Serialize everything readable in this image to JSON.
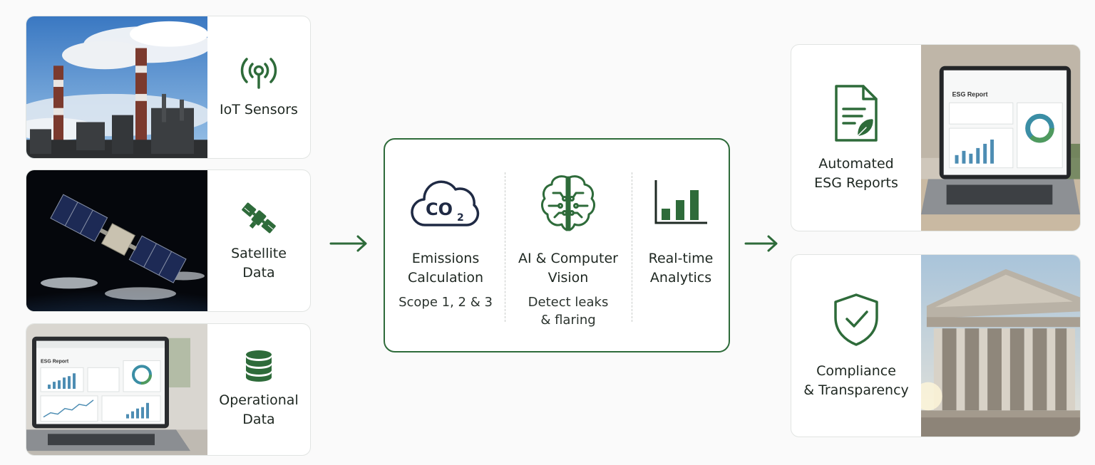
{
  "colors": {
    "accent": "#2e6b3a",
    "card_border": "#e1e4e2",
    "background": "#fafafa"
  },
  "inputs": [
    {
      "label": "IoT Sensors",
      "icon": "antenna-signal-icon",
      "photo": "factory-smokestacks-photo"
    },
    {
      "label": "Satellite\nData",
      "icon": "satellite-icon",
      "photo": "satellite-orbit-photo"
    },
    {
      "label": "Operational\nData",
      "icon": "database-icon",
      "photo": "laptop-dashboard-photo"
    }
  ],
  "process": [
    {
      "title": "Emissions\nCalculation",
      "subtitle": "Scope 1, 2 & 3",
      "icon": "co2-cloud-icon",
      "icon_text": "CO",
      "icon_sub": "2"
    },
    {
      "title": "AI & Computer\nVision",
      "subtitle": "Detect leaks\n& flaring",
      "icon": "circuit-brain-icon"
    },
    {
      "title": "Real-time\nAnalytics",
      "subtitle": "",
      "icon": "bar-chart-icon"
    }
  ],
  "outputs": [
    {
      "label": "Automated\nESG Reports",
      "icon": "document-leaf-icon",
      "photo": "laptop-esg-report-photo",
      "screen_title": "ESG Report"
    },
    {
      "label": "Compliance\n& Transparency",
      "icon": "shield-check-icon",
      "photo": "government-building-photo"
    }
  ],
  "left_screen_title": "ESG Report"
}
